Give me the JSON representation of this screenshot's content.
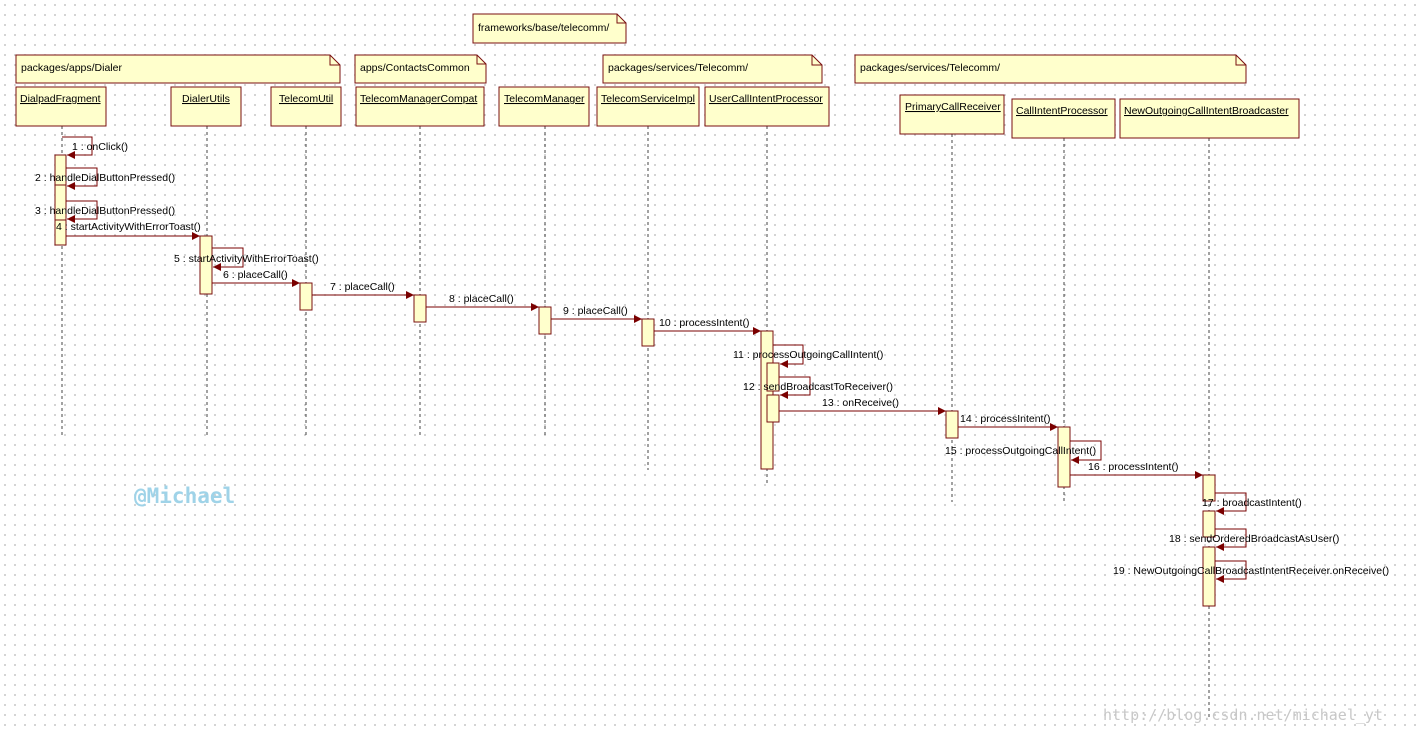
{
  "packages": [
    {
      "label": "frameworks/base/telecomm/"
    },
    {
      "label": "packages/apps/Dialer"
    },
    {
      "label": "apps/ContactsCommon"
    },
    {
      "label": "packages/services/Telecomm/"
    },
    {
      "label": "packages/services/Telecomm/"
    }
  ],
  "lifelines": [
    {
      "name": "DialpadFragment"
    },
    {
      "name": "DialerUtils"
    },
    {
      "name": "TelecomUtil"
    },
    {
      "name": "TelecomManagerCompat"
    },
    {
      "name": "TelecomManager"
    },
    {
      "name": "TelecomServiceImpl"
    },
    {
      "name": "UserCallIntentProcessor"
    },
    {
      "name": "PrimaryCallReceiver"
    },
    {
      "name": "CallIntentProcessor"
    },
    {
      "name": "NewOutgoingCallIntentBroadcaster"
    }
  ],
  "messages": [
    {
      "label": "1 : onClick()"
    },
    {
      "label": "2 : handleDialButtonPressed()"
    },
    {
      "label": "3 : handleDialButtonPressed()"
    },
    {
      "label": "4 : startActivityWithErrorToast()"
    },
    {
      "label": "5 : startActivityWithErrorToast()"
    },
    {
      "label": "6 : placeCall()"
    },
    {
      "label": "7 : placeCall()"
    },
    {
      "label": "8 : placeCall()"
    },
    {
      "label": "9 : placeCall()"
    },
    {
      "label": "10 : processIntent()"
    },
    {
      "label": "11 : processOutgoingCallIntent()"
    },
    {
      "label": "12 : sendBroadcastToReceiver()"
    },
    {
      "label": "13 : onReceive()"
    },
    {
      "label": "14 : processIntent()"
    },
    {
      "label": "15 : processOutgoingCallIntent()"
    },
    {
      "label": "16 : processIntent()"
    },
    {
      "label": "17 : broadcastIntent()"
    },
    {
      "label": "18 : sendOrderedBroadcastAsUser()"
    },
    {
      "label": "19 : NewOutgoingCallBroadcastIntentReceiver.onReceive()"
    }
  ],
  "watermarks": {
    "author": "@Michael",
    "url": "http://blog.csdn.net/michael_yt"
  },
  "colors": {
    "box_fill": "#ffffcc",
    "border": "#7a0f0f",
    "arrow": "#7a0000",
    "lifeline": "#444444"
  }
}
